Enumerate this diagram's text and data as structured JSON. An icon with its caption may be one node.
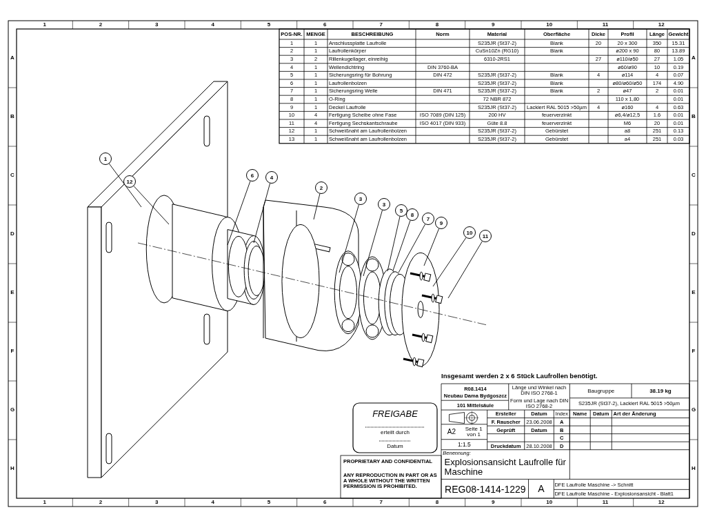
{
  "diagram": {
    "nodes": [
      {
        "text": [
          "1"
        ]
      },
      {
        "text": [
          "12"
        ]
      },
      {
        "text": [
          "6"
        ]
      },
      {
        "text": [
          "4"
        ]
      },
      {
        "text": [
          "2"
        ]
      },
      {
        "text": [
          "3"
        ]
      },
      {
        "text": [
          "3"
        ]
      },
      {
        "text": [
          "5"
        ]
      },
      {
        "text": [
          "8"
        ]
      },
      {
        "text": [
          "7"
        ]
      },
      {
        "text": [
          "9"
        ]
      },
      {
        "text": [
          "10"
        ]
      },
      {
        "text": [
          "11"
        ]
      }
    ],
    "edges": [
      {
        "from": 0,
        "to": null,
        "arrow": "none"
      },
      {
        "from": 1,
        "to": null,
        "arrow": "none"
      },
      {
        "from": 2,
        "to": null,
        "arrow": "none"
      },
      {
        "from": 3,
        "to": null,
        "arrow": "none"
      },
      {
        "from": 4,
        "to": null,
        "arrow": "none"
      },
      {
        "from": 5,
        "to": null,
        "arrow": "none"
      },
      {
        "from": 6,
        "to": null,
        "arrow": "none"
      },
      {
        "from": 7,
        "to": null,
        "arrow": "none"
      },
      {
        "from": 8,
        "to": null,
        "arrow": "none"
      },
      {
        "from": 9,
        "to": null,
        "arrow": "none"
      },
      {
        "from": 10,
        "to": null,
        "arrow": "none"
      },
      {
        "from": 11,
        "to": null,
        "arrow": "none"
      },
      {
        "from": 12,
        "to": null,
        "arrow": "none"
      }
    ],
    "labels": [
      "1",
      "2",
      "3",
      "4",
      "5",
      "6",
      "7",
      "8",
      "9",
      "10",
      "11",
      "12",
      "1",
      "2",
      "3",
      "4",
      "5",
      "6",
      "7",
      "8",
      "9",
      "10",
      "11",
      "12",
      "A",
      "B",
      "C",
      "D",
      "E",
      "F",
      "G",
      "H",
      "A",
      "B",
      "C",
      "D",
      "E",
      "F",
      "G",
      "H",
      "POS-NR.",
      "MENGE",
      "BESCHREIBUNG",
      "Norm",
      "Material",
      "Oberfläche",
      "Dicke",
      "Profil",
      "Länge",
      "Gewicht",
      "1",
      "1",
      "Anschlussplatte Laufrolle",
      "S235JR (St37-2)",
      "Blank",
      "20",
      "20 x 300",
      "350",
      "15.31",
      "2",
      "1",
      "Laufrollenkörper",
      "CuSn10Zn (RG10)",
      "Blank",
      "ø200 x 90",
      "80",
      "13.89",
      "3",
      "2",
      "Rillenkugellager, einreihig",
      "6310-2RS1",
      "27",
      "ø110/ø50",
      "27",
      "1.05",
      "4",
      "1",
      "Wellendichtring",
      "DIN 3760-BA",
      "ø60/ø90",
      "10",
      "0.19",
      "5",
      "1",
      "Sicherungsring für Bohrung",
      "DIN 472",
      "S235JR (St37-2)",
      "Blank",
      "4",
      "ø114",
      "4",
      "0.07",
      "6",
      "1",
      "Laufrollenbolzen",
      "S235JR (St37-2)",
      "Blank",
      "ø80/ø60/ø50",
      "174",
      "4.90",
      "7",
      "1",
      "Sicherungsring Welle",
      "DIN 471",
      "S235JR (St37-2)",
      "Blank",
      "2",
      "ø47",
      "2",
      "0.01",
      "8",
      "1",
      "O-Ring",
      "72 NBR 872",
      "110 x 1,80",
      "0.01",
      "9",
      "1",
      "Deckel Laufrolle",
      "S235JR (St37-2)",
      "Lackiert RAL 5015 >50µm",
      "4",
      "ø160",
      "4",
      "0.63",
      "10",
      "4",
      "Fertigung Scheibe ohne Fase",
      "ISO 7089 (DIN 125)",
      "200 HV",
      "feuerverzinkt",
      "ø6,4/ø12,5",
      "1.6",
      "0.01",
      "11",
      "4",
      "Fertigung Sechskantschraube",
      "ISO 4017 (DIN 933)",
      "Güte 8.8",
      "feuerverzinkt",
      "M6",
      "20",
      "0.01",
      "12",
      "1",
      "Schweißnaht am Laufrollenbolzen",
      "S235JR (St37-2)",
      "Gebürstet",
      "a8",
      "251",
      "0.13",
      "13",
      "1",
      "Schweißnaht am Laufrollenbolzen",
      "S235JR (St37-2)",
      "Gebürstet",
      "a4",
      "251",
      "0.03",
      "Insgesamt werden 2 x 6 Stück Laufrollen benötigt.",
      "FREIGABE",
      "erteilt durch",
      "Datum",
      "R08.1414",
      "Neubau Dama Bydgoszcz",
      "101 Mittelsäule",
      "Länge und Winkel nach DIN ISO 2768-1",
      "Form und Lage nach DIN ISO 2768-2",
      "Baugruppe",
      "38.19 kg",
      "S235JR (St37-2), Lackiert RAL 5015 >50µm",
      "Ersteller",
      "Datum",
      "Index",
      "Name",
      "Datum",
      "Art der Änderung",
      "F. Rauscher",
      "23.06.2008",
      "A",
      "A2",
      "Seite 1 von 1",
      "Geprüft",
      "Datum",
      "B",
      "C",
      "1:1.5",
      "Druckdatum",
      "28.10.2008",
      "D",
      "PROPRIETARY AND CONFIDENTIAL",
      "ANY REPRODUCTION IN PART OR AS A WHOLE WITHOUT THE WRITTEN PERMISSION IS PROHIBITED.",
      "Benennung:",
      "Explosionsansicht Laufrolle für Maschine",
      "REG08-1414-1229",
      "A",
      "DFE Laufrolle Maschine -> Schnitt",
      "DFE Laufrolle Maschine - Explosionsansicht - Blatt1"
    ]
  }
}
